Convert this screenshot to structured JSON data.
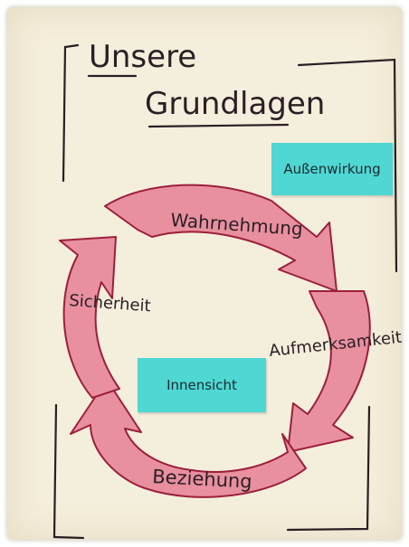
{
  "title": {
    "line1": "Unsere",
    "line2": "Grundlagen"
  },
  "notes": {
    "outer": "Außenwirkung",
    "inner": "Innensicht"
  },
  "cycle": {
    "labels": [
      "Wahrnehmung",
      "Aufmerksamkeit",
      "Beziehung",
      "Sicherheit"
    ]
  },
  "colors": {
    "arrow_fill": "#e8909f",
    "arrow_stroke": "#9c1f3c",
    "sticky_note": "#4fd7d3",
    "paper": "#f4eedc",
    "ink": "#2a1f24"
  }
}
